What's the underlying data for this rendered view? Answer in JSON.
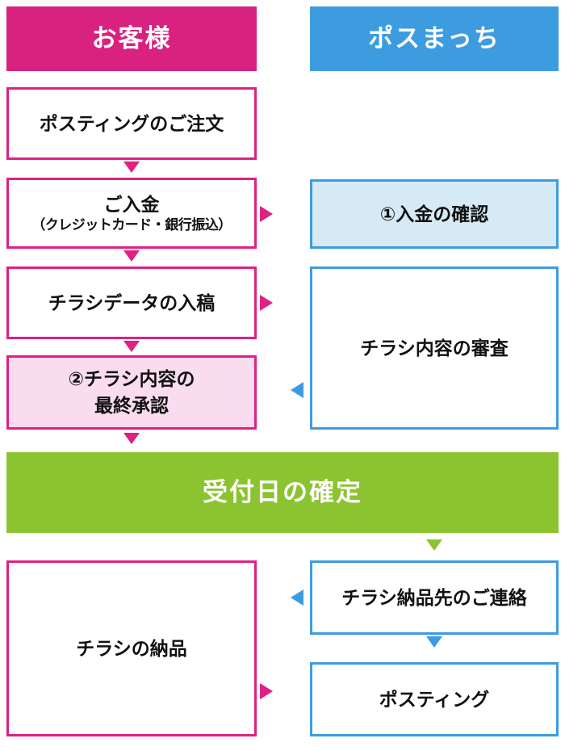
{
  "diagram": {
    "title_customer": "お客様",
    "title_company": "ポスまっち",
    "colors": {
      "customer_magenta": "#d9217f",
      "company_blue": "#3d9ce0",
      "confirm_green": "#8cc431",
      "light_blue_fill": "#d5eaf4",
      "light_pink_fill": "#f9dcee"
    }
  },
  "customer_steps": {
    "order": "ポスティングのご注文",
    "payment_main": "ご入金",
    "payment_sub": "（クレジットカード・銀行振込）",
    "data_submit": "チラシデータの入稿",
    "approval_line1": "②チラシ内容の",
    "approval_line2": "最終承認",
    "delivery": "チラシの納品"
  },
  "company_steps": {
    "payment_check": "①入金の確認",
    "content_review": "チラシ内容の審査",
    "delivery_contact": "チラシ納品先のご連絡",
    "posting": "ポスティング"
  },
  "milestone": {
    "label": "受付日の確定"
  }
}
